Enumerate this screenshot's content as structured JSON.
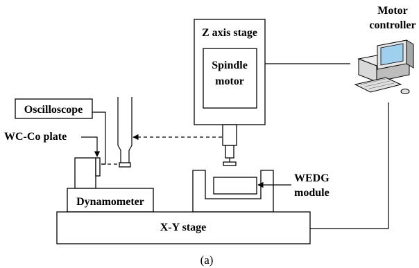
{
  "labels": {
    "motor_controller_line1": "Motor",
    "motor_controller_line2": "controller",
    "z_axis_stage": "Z axis stage",
    "spindle_line1": "Spindle",
    "spindle_line2": "motor",
    "oscilloscope": "Oscilloscope",
    "wc_co_plate": "WC-Co plate",
    "dynamometer": "Dynamometer",
    "xy_stage": "X-Y stage",
    "wedg_line1": "WEDG",
    "wedg_line2": "module",
    "caption": "(a)"
  },
  "icons": {
    "computer": "desktop-computer-icon"
  },
  "colors": {
    "stroke": "#000000",
    "background": "#ffffff",
    "screen": "#9fd0ee"
  }
}
